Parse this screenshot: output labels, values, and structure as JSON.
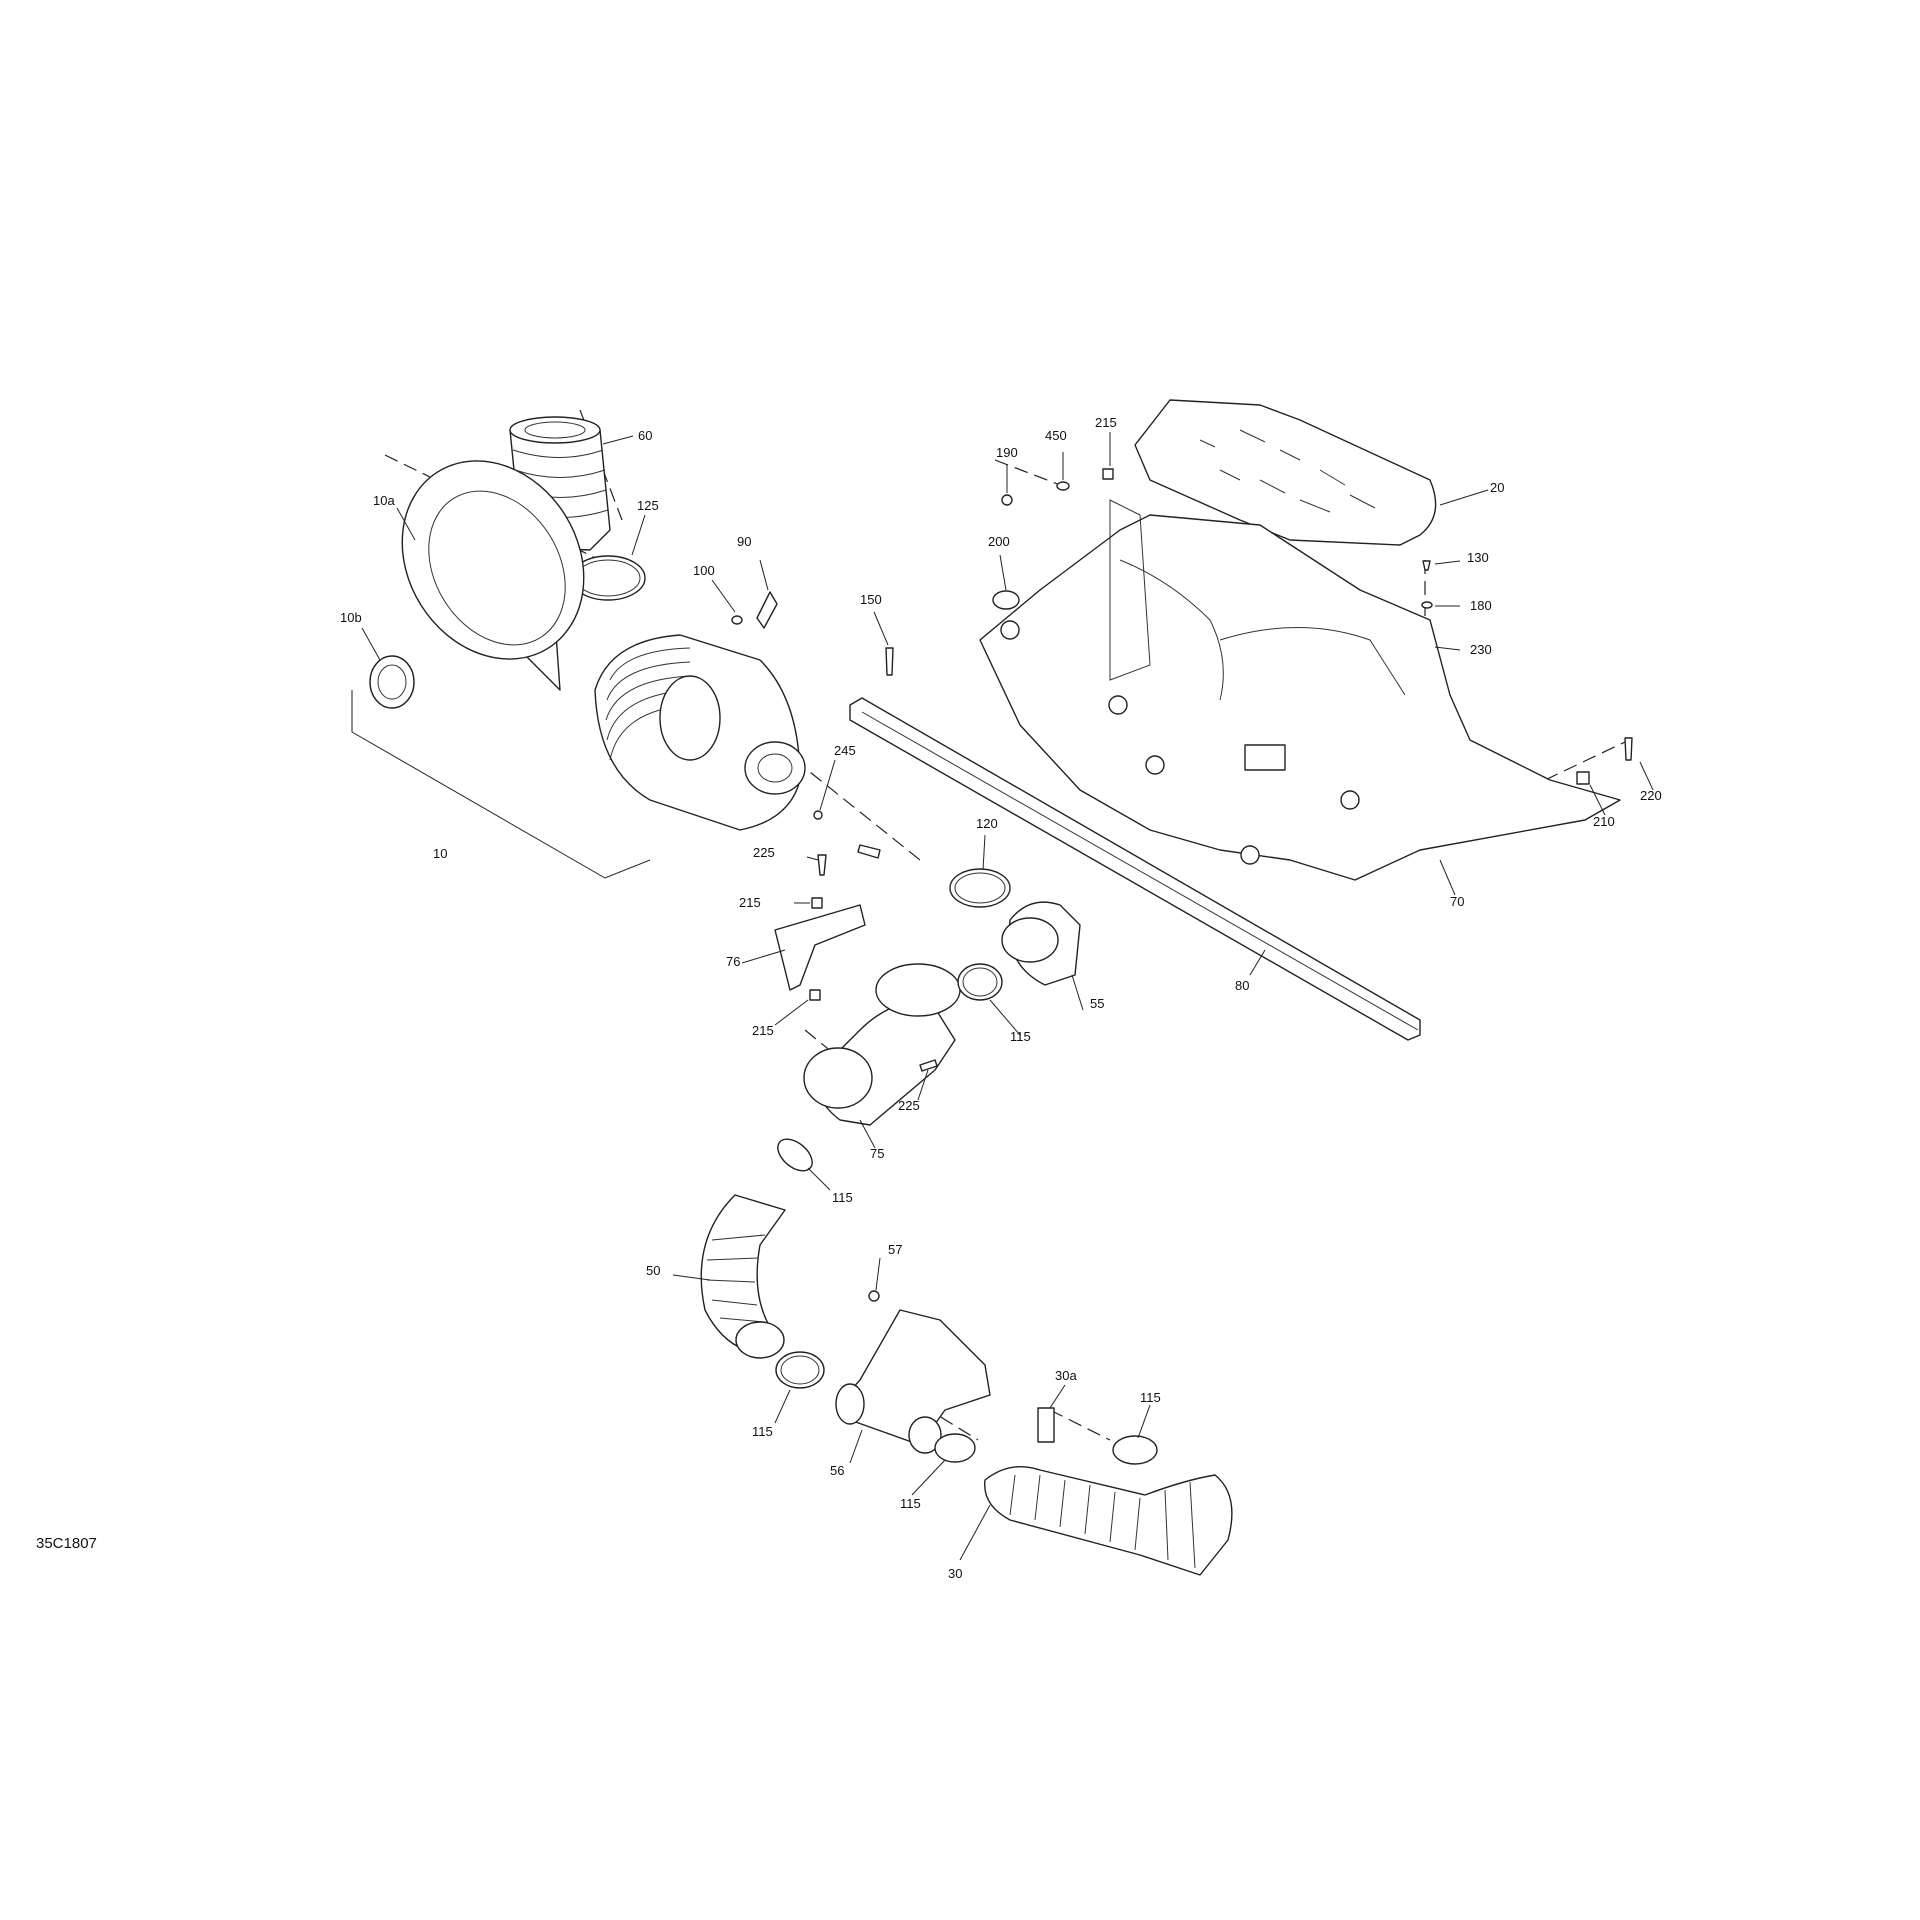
{
  "drawing_id": "35C1807",
  "callouts": {
    "c60": "60",
    "c10a": "10a",
    "c10b": "10b",
    "c125": "125",
    "c90": "90",
    "c100": "100",
    "c10": "10",
    "c245": "245",
    "c225a": "225",
    "c215a": "215",
    "c76": "76",
    "c215b": "215",
    "c120": "120",
    "c55": "55",
    "c115a": "115",
    "c225b": "225",
    "c75": "75",
    "c115b": "115",
    "c50": "50",
    "c57": "57",
    "c115c": "115",
    "c56": "56",
    "c115d": "115",
    "c30a": "30a",
    "c115e": "115",
    "c30": "30",
    "c190": "190",
    "c450": "450",
    "c215c": "215",
    "c20": "20",
    "c200": "200",
    "c150": "150",
    "c130": "130",
    "c180": "180",
    "c230": "230",
    "c220": "220",
    "c210": "210",
    "c70": "70",
    "c80": "80"
  }
}
